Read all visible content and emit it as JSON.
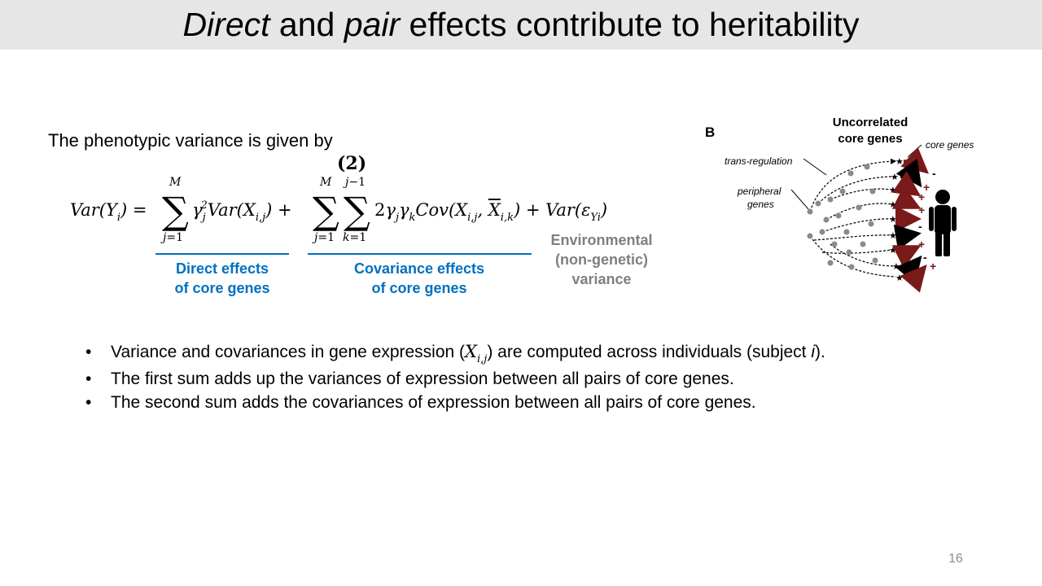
{
  "slide": {
    "title": {
      "part1": "Direct",
      "part2": " and ",
      "part3": "pair",
      "part4": " effects contribute to heritability"
    },
    "intro": "The phenotypic variance is given by",
    "equation_number": "(2)",
    "labels": {
      "direct": {
        "line1": "Direct effects",
        "line2": "of core genes"
      },
      "covariance": {
        "line1": "Covariance effects",
        "line2": "of core genes"
      },
      "environmental": {
        "line1": "Environmental",
        "line2": "(non-genetic)",
        "line3": "variance"
      }
    },
    "bullets": {
      "b1": {
        "before": "Variance and covariances in gene expression (",
        "after": ") are computed across individuals (subject ",
        "subject": "i",
        "end": ")."
      },
      "b2": "The first sum adds up the variances of expression between all pairs of core genes.",
      "b3": "The second sum adds the covariances of expression between all pairs of core genes."
    },
    "page_number": "16"
  },
  "figure": {
    "panel_letter": "B",
    "title_line1": "Uncorrelated",
    "title_line2": "core genes",
    "label_core": "core genes",
    "label_trans": "trans-regulation",
    "label_peripheral_line1": "peripheral",
    "label_peripheral_line2": "genes",
    "signs": [
      "-",
      "+",
      "+",
      "+",
      "-",
      "+",
      "-",
      "+"
    ],
    "colors": {
      "dark_red": "#7a1a1a",
      "black": "#000000",
      "gray_node": "#8a8a8a"
    }
  },
  "colors": {
    "accent_blue": "#0070c0",
    "gray_text": "#7f7f7f",
    "title_bar": "#e6e6e6"
  }
}
